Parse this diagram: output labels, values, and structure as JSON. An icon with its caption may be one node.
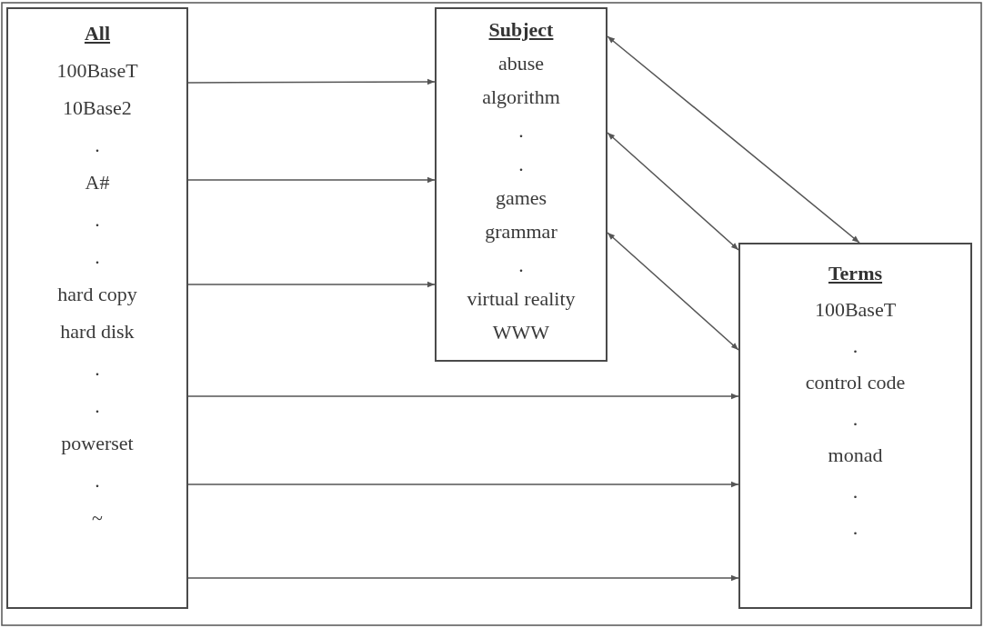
{
  "diagram": {
    "nodes": [
      {
        "text": [
          "All",
          "100BaseT",
          "10Base2",
          ".",
          "A#",
          ".",
          ".",
          "hard copy",
          "hard disk",
          ".",
          ".",
          "powerset",
          ".",
          "~"
        ]
      },
      {
        "text": [
          "Subject",
          "abuse",
          "algorithm",
          ".",
          ".",
          "games",
          "grammar",
          ".",
          "virtual reality",
          "WWW"
        ]
      },
      {
        "text": [
          "Terms",
          "100BaseT",
          ".",
          "control code",
          ".",
          "monad",
          ".",
          "."
        ]
      }
    ],
    "edges": [
      {
        "from": 0,
        "to": 1,
        "arrow": "to"
      },
      {
        "from": 0,
        "to": 1,
        "arrow": "to"
      },
      {
        "from": 0,
        "to": 1,
        "arrow": "to"
      },
      {
        "from": 0,
        "to": 2,
        "arrow": "to"
      },
      {
        "from": 0,
        "to": 2,
        "arrow": "to"
      },
      {
        "from": 0,
        "to": 2,
        "arrow": "to"
      },
      {
        "from": 1,
        "to": 2,
        "arrow": "both"
      },
      {
        "from": 1,
        "to": 2,
        "arrow": "both"
      },
      {
        "from": 1,
        "to": 2,
        "arrow": "both"
      }
    ]
  }
}
